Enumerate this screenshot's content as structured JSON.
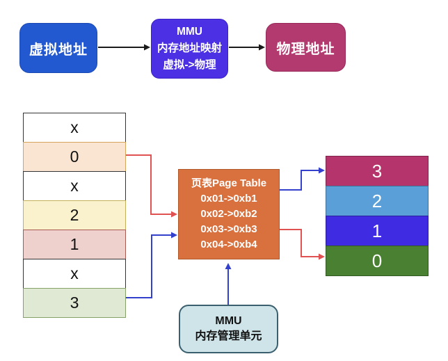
{
  "top_flow": {
    "virtual_address_label": "虚拟地址",
    "mmu_line1": "MMU",
    "mmu_line2": "内存地址映射",
    "mmu_line3": "虚拟->物理",
    "physical_address_label": "物理地址"
  },
  "virtual_memory_table": {
    "rows": [
      {
        "label": "x",
        "bg": "#ffffff",
        "border": "#333333"
      },
      {
        "label": "0",
        "bg": "#f9e5d1",
        "border": "#d6a45a"
      },
      {
        "label": "x",
        "bg": "#ffffff",
        "border": "#333333"
      },
      {
        "label": "2",
        "bg": "#faf1cd",
        "border": "#c4b05a"
      },
      {
        "label": "1",
        "bg": "#eed0cd",
        "border": "#a85a52"
      },
      {
        "label": "x",
        "bg": "#ffffff",
        "border": "#333333"
      },
      {
        "label": "3",
        "bg": "#dfe9d4",
        "border": "#84a168"
      }
    ]
  },
  "page_table": {
    "title": "页表Page Table",
    "entries": [
      "0x01->0xb1",
      "0x02->0xb2",
      "0x03->0xb3",
      "0x04->0xb4"
    ]
  },
  "physical_memory_table": {
    "rows": [
      {
        "label": "3",
        "color": "#b5346b"
      },
      {
        "label": "2",
        "color": "#5b9fd8"
      },
      {
        "label": "1",
        "color": "#3e2be2"
      },
      {
        "label": "0",
        "color": "#4a8032"
      }
    ]
  },
  "mmu_unit": {
    "line1": "MMU",
    "line2": "内存管理单元"
  },
  "colors": {
    "virtual_box_bg": "#2258d0",
    "virtual_box_border": "#1b49b4",
    "mmu_box_bg": "#4b31e3",
    "mmu_box_border": "#3a22c6",
    "physical_box_bg": "#b23a6e",
    "physical_box_border": "#96295a",
    "page_table_bg": "#d9713e",
    "page_table_border": "#b05a2c",
    "mmu_unit_bg": "#cfe4e9",
    "mmu_unit_border": "#3a5f6f",
    "red_connector": "#e05252",
    "blue_connector": "#3340cc",
    "black_connector": "#1a1a1a"
  }
}
